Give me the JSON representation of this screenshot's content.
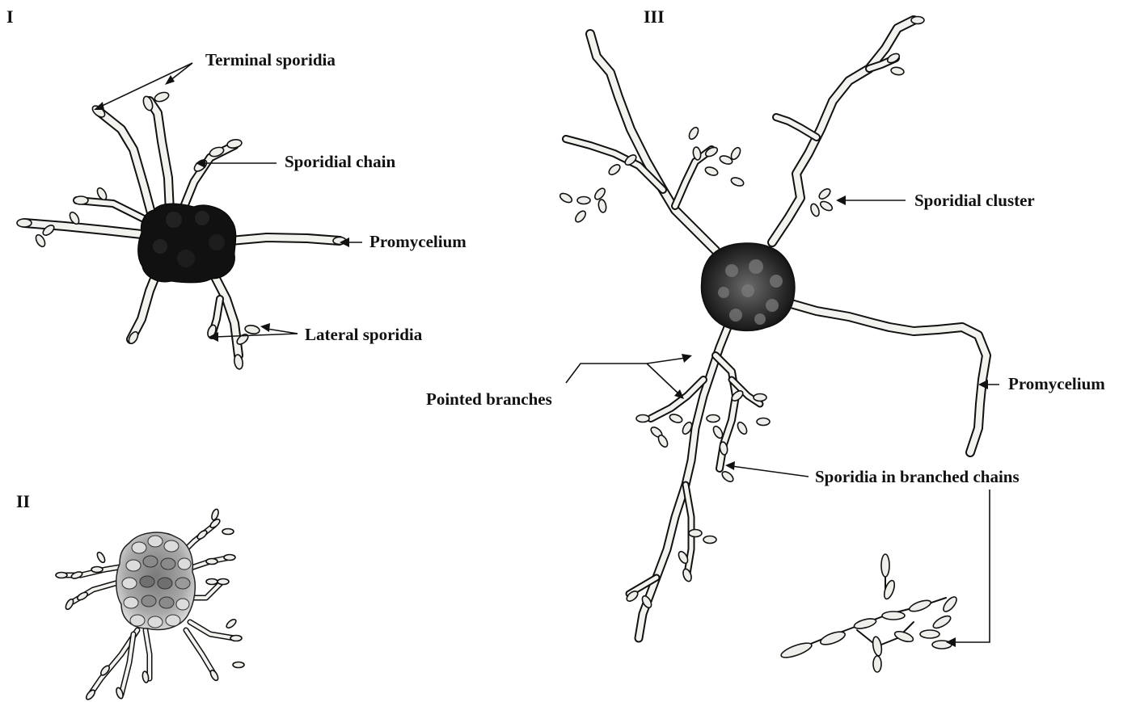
{
  "panels": {
    "one": "I",
    "two": "II",
    "three": "III"
  },
  "labels": {
    "terminal_sporidia": "Terminal sporidia",
    "sporidial_chain": "Sporidial chain",
    "promycelium_1": "Promycelium",
    "lateral_sporidia": "Lateral sporidia",
    "sporidial_cluster": "Sporidial cluster",
    "pointed_branches": "Pointed branches",
    "promycelium_3": "Promycelium",
    "sporidia_branched_chains": "Sporidia in branched chains"
  },
  "colors": {
    "ink": "#111111",
    "fill": "#eeeeea",
    "spore_dark": "#1a1a1a"
  }
}
